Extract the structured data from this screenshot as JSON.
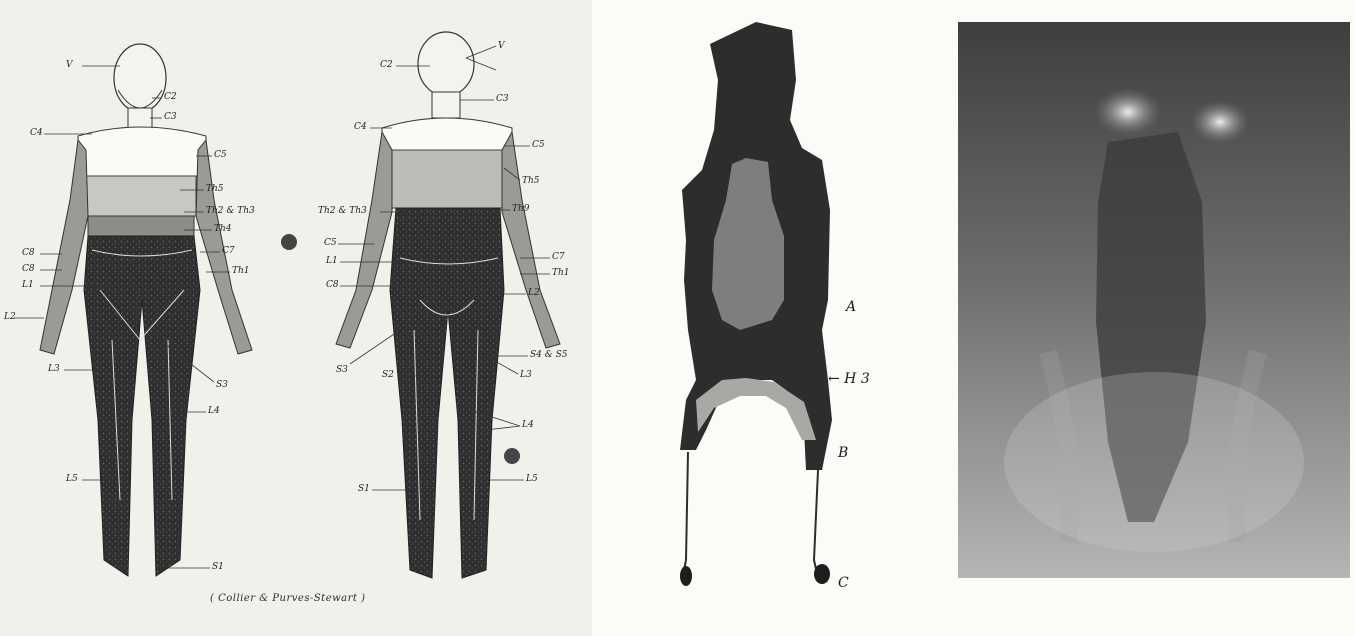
{
  "panel1": {
    "front_labels": {
      "v": "V",
      "c2": "C2",
      "c3": "C3",
      "c4": "C4",
      "c5": "C5",
      "th5": "Th5",
      "th2th3": "Th2 & Th3",
      "th4": "Th4",
      "c7": "C7",
      "th1": "Th1",
      "c8a": "C8",
      "c8b": "C8",
      "l1": "L1",
      "l2": "L2",
      "l3": "L3",
      "s3": "S3",
      "l4": "L4",
      "l5": "L5",
      "s1": "S1"
    },
    "back_labels": {
      "v": "V",
      "c2": "C2",
      "c3": "C3",
      "c4": "C4",
      "c5": "C5",
      "th5": "Th5",
      "th2th3": "Th2 & Th3",
      "th9": "Th9",
      "c5b": "C5",
      "c7": "C7",
      "l1": "L1",
      "c8": "C8",
      "th1": "Th1",
      "l2": "L2",
      "s3": "S3",
      "s2": "S2",
      "s4s5": "S4 & S5",
      "l3": "L3",
      "l4": "L4",
      "s1": "S1",
      "l5": "L5"
    },
    "credit": "( Collier & Purves-Stewart )"
  },
  "panel2": {
    "labels": {
      "a": "A",
      "h3": "← H 3",
      "b": "B",
      "c": "C"
    }
  },
  "colors": {
    "paper": "#f1f1ec",
    "ink": "#1e1e1e",
    "dark_zone": "#2d2d2d",
    "mid_zone": "#7a7a7a",
    "light_zone": "#bdbdb7",
    "photo_bg": "#6a6a6a"
  }
}
